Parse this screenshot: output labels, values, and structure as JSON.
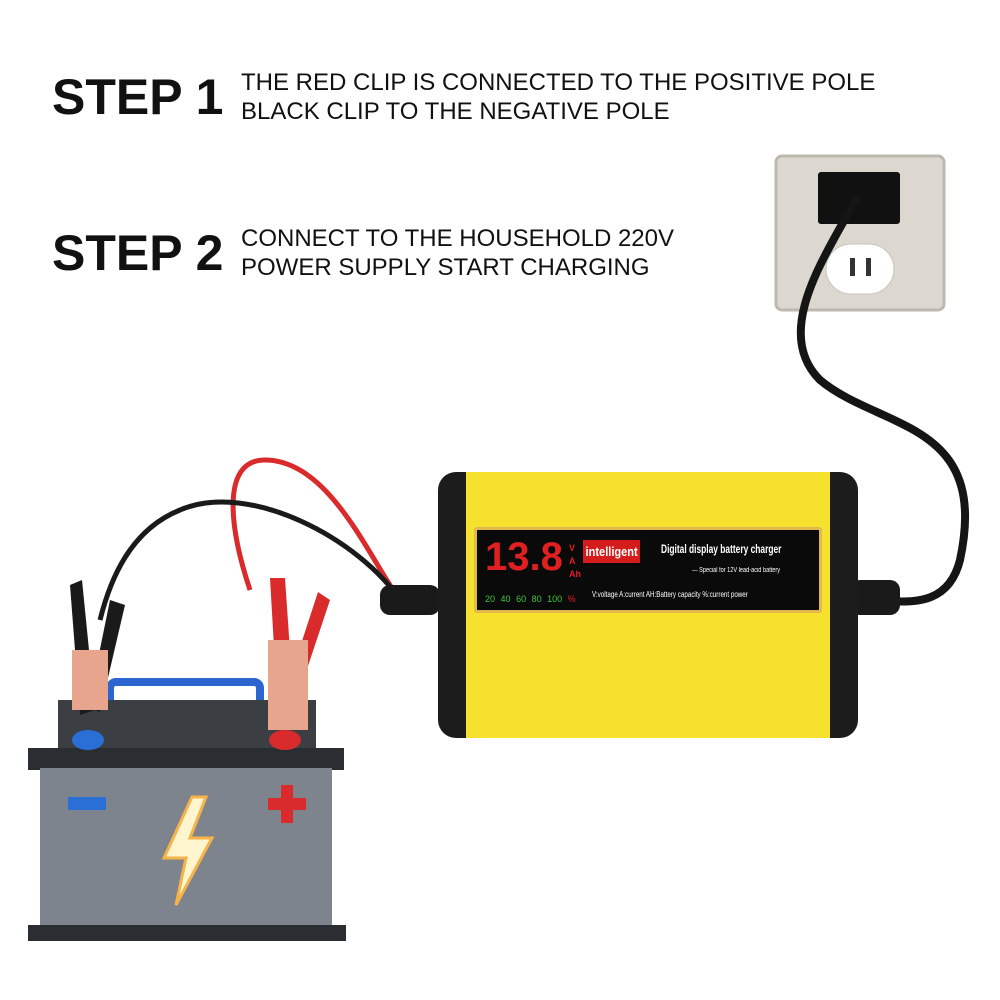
{
  "steps": [
    {
      "label": "STEP 1",
      "lines": [
        "THE RED CLIP IS CONNECTED TO THE POSITIVE POLE",
        "BLACK CLIP TO THE NEGATIVE POLE"
      ]
    },
    {
      "label": "STEP 2",
      "lines": [
        "CONNECT TO THE HOUSEHOLD 220V",
        "POWER SUPPLY START CHARGING"
      ]
    }
  ],
  "charger": {
    "display_value": "13.8",
    "units": [
      "V",
      "A",
      "Ah"
    ],
    "percent_scale": [
      "20",
      "40",
      "60",
      "80",
      "100"
    ],
    "percent_symbol": "%",
    "brand": "intelligent",
    "title": "Digital display battery charger",
    "subtitle": "— Special for 12V lead-acid battery",
    "legend": "V:voltage   A:current   AH:Battery capacity   %:current power",
    "body_color": "#f7e12f"
  },
  "battery": {
    "negative_symbol": "−",
    "positive_symbol": "+",
    "icon": "lightning-bolt-icon"
  },
  "colors": {
    "red_clip": "#d92b2b",
    "black_clip": "#222222",
    "negative_terminal": "#2a6fd6",
    "positive_terminal": "#d92b2b"
  }
}
